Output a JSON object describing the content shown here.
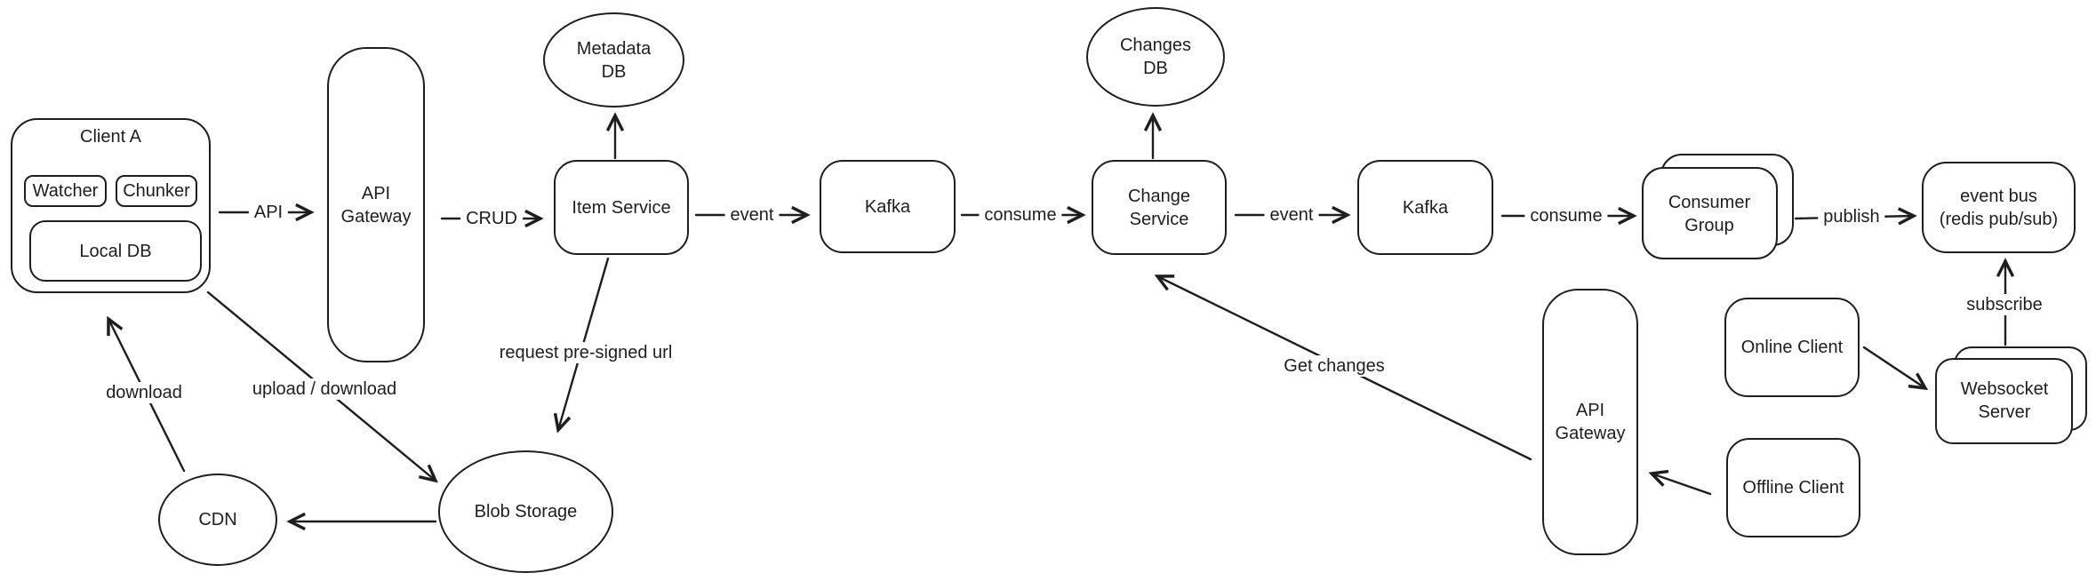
{
  "diagram": {
    "nodes": {
      "client_a": "Client A",
      "watcher": "Watcher",
      "chunker": "Chunker",
      "local_db": "Local DB",
      "api_gateway_1": "API\nGateway",
      "metadata_db": "Metadata\nDB",
      "item_service": "Item Service",
      "kafka_1": "Kafka",
      "changes_db": "Changes\nDB",
      "change_service": "Change\nService",
      "kafka_2": "Kafka",
      "consumer_group": "Consumer\nGroup",
      "event_bus": "event bus\n(redis pub/sub)",
      "online_client": "Online Client",
      "offline_client": "Offline Client",
      "api_gateway_2": "API\nGateway",
      "websocket_server": "Websocket\nServer",
      "cdn": "CDN",
      "blob_storage": "Blob Storage"
    },
    "edge_labels": {
      "api": "API",
      "crud": "CRUD",
      "event_1": "event",
      "consume_1": "consume",
      "event_2": "event",
      "consume_2": "consume",
      "publish": "publish",
      "subscribe": "subscribe",
      "download": "download",
      "upload_download": "upload / download",
      "request_presigned_url": "request pre-signed url",
      "get_changes": "Get changes"
    },
    "colors": {
      "stroke": "#1e1e1e",
      "background": "#ffffff"
    }
  }
}
